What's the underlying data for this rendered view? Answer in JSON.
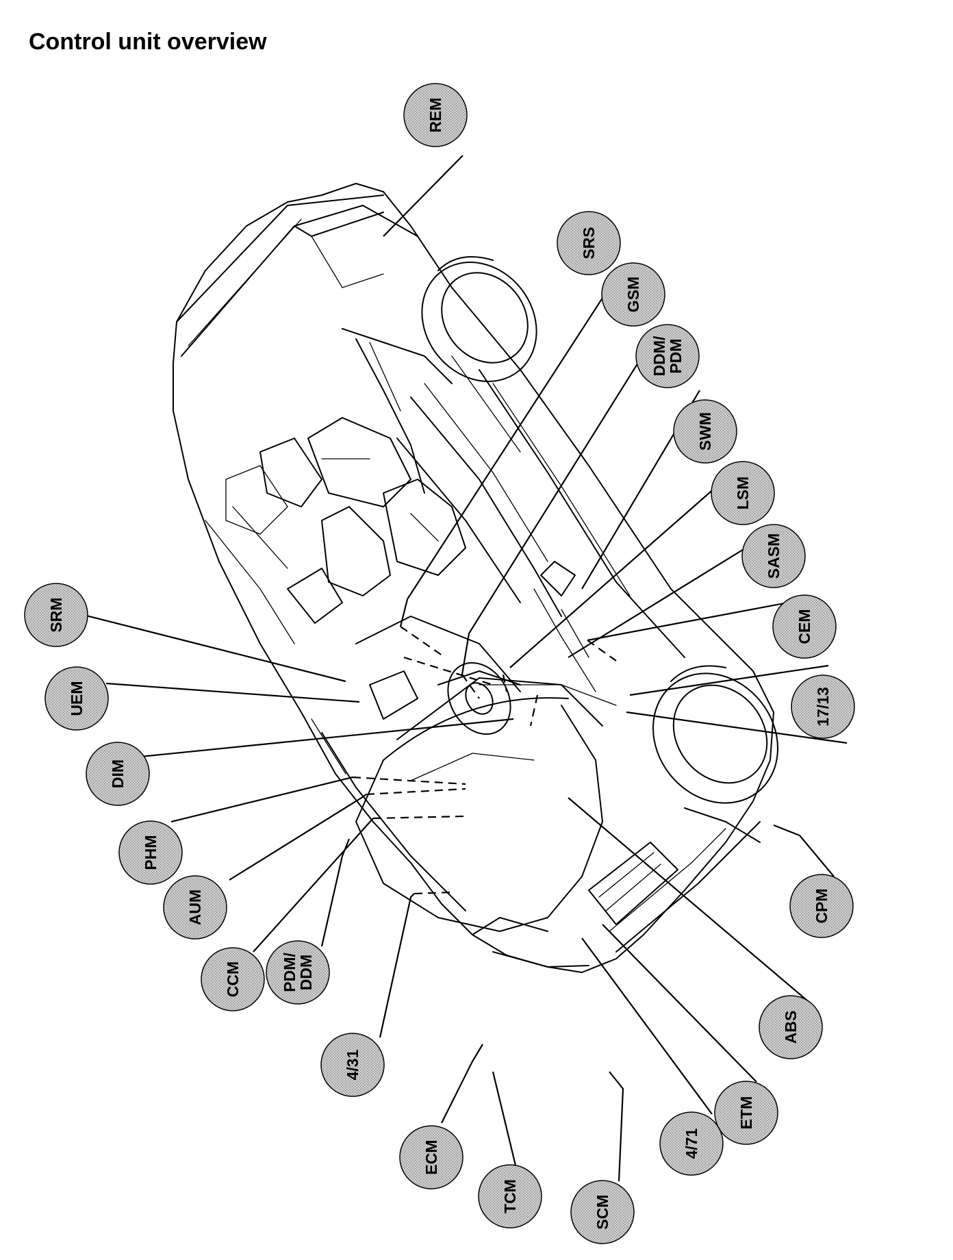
{
  "title": "Control unit overview",
  "modules": [
    {
      "id": "REM",
      "lines": [
        "REM"
      ]
    },
    {
      "id": "SRS",
      "lines": [
        "SRS"
      ]
    },
    {
      "id": "GSM",
      "lines": [
        "GSM"
      ]
    },
    {
      "id": "DDM/PDM",
      "lines": [
        "DDM/",
        "PDM"
      ]
    },
    {
      "id": "SWM",
      "lines": [
        "SWM"
      ]
    },
    {
      "id": "LSM",
      "lines": [
        "LSM"
      ]
    },
    {
      "id": "SASM",
      "lines": [
        "SASM"
      ]
    },
    {
      "id": "CEM",
      "lines": [
        "CEM"
      ]
    },
    {
      "id": "17/13",
      "lines": [
        "17/13"
      ]
    },
    {
      "id": "CPM",
      "lines": [
        "CPM"
      ]
    },
    {
      "id": "ABS",
      "lines": [
        "ABS"
      ]
    },
    {
      "id": "ETM",
      "lines": [
        "ETM"
      ]
    },
    {
      "id": "4/71",
      "lines": [
        "4/71"
      ]
    },
    {
      "id": "SCM",
      "lines": [
        "SCM"
      ]
    },
    {
      "id": "TCM",
      "lines": [
        "TCM"
      ]
    },
    {
      "id": "ECM",
      "lines": [
        "ECM"
      ]
    },
    {
      "id": "4/31",
      "lines": [
        "4/31"
      ]
    },
    {
      "id": "PDM/DDM",
      "lines": [
        "PDM/",
        "DDM"
      ]
    },
    {
      "id": "CCM",
      "lines": [
        "CCM"
      ]
    },
    {
      "id": "AUM",
      "lines": [
        "AUM"
      ]
    },
    {
      "id": "PHM",
      "lines": [
        "PHM"
      ]
    },
    {
      "id": "DIM",
      "lines": [
        "DIM"
      ]
    },
    {
      "id": "UEM",
      "lines": [
        "UEM"
      ]
    },
    {
      "id": "SRM",
      "lines": [
        "SRM"
      ]
    }
  ]
}
